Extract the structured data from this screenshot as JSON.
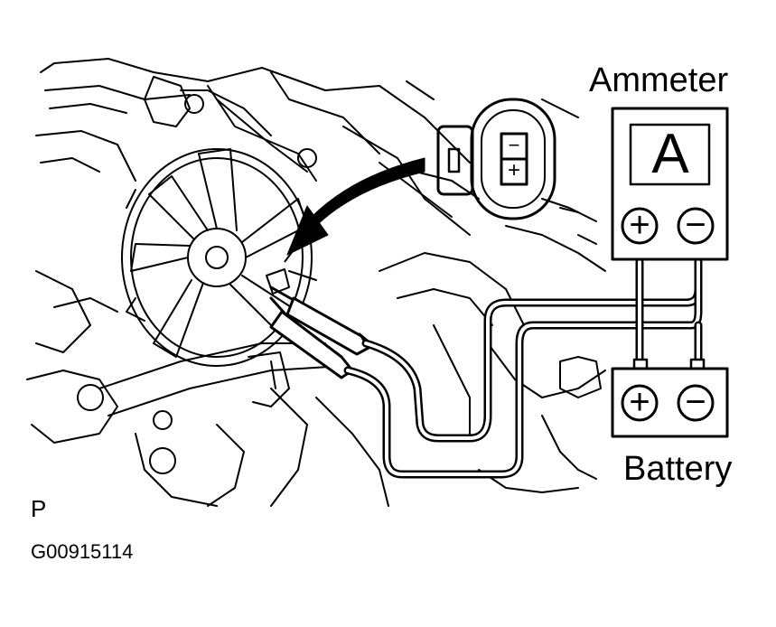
{
  "labels": {
    "ammeter": "Ammeter",
    "ammeter_symbol": "A",
    "battery": "Battery",
    "plus": "+",
    "minus": "−",
    "connector_minus": "−",
    "connector_plus": "+"
  },
  "footer": {
    "view_code": "P",
    "figure_id": "G00915114"
  },
  "colors": {
    "line": "#000000",
    "background": "#ffffff"
  }
}
